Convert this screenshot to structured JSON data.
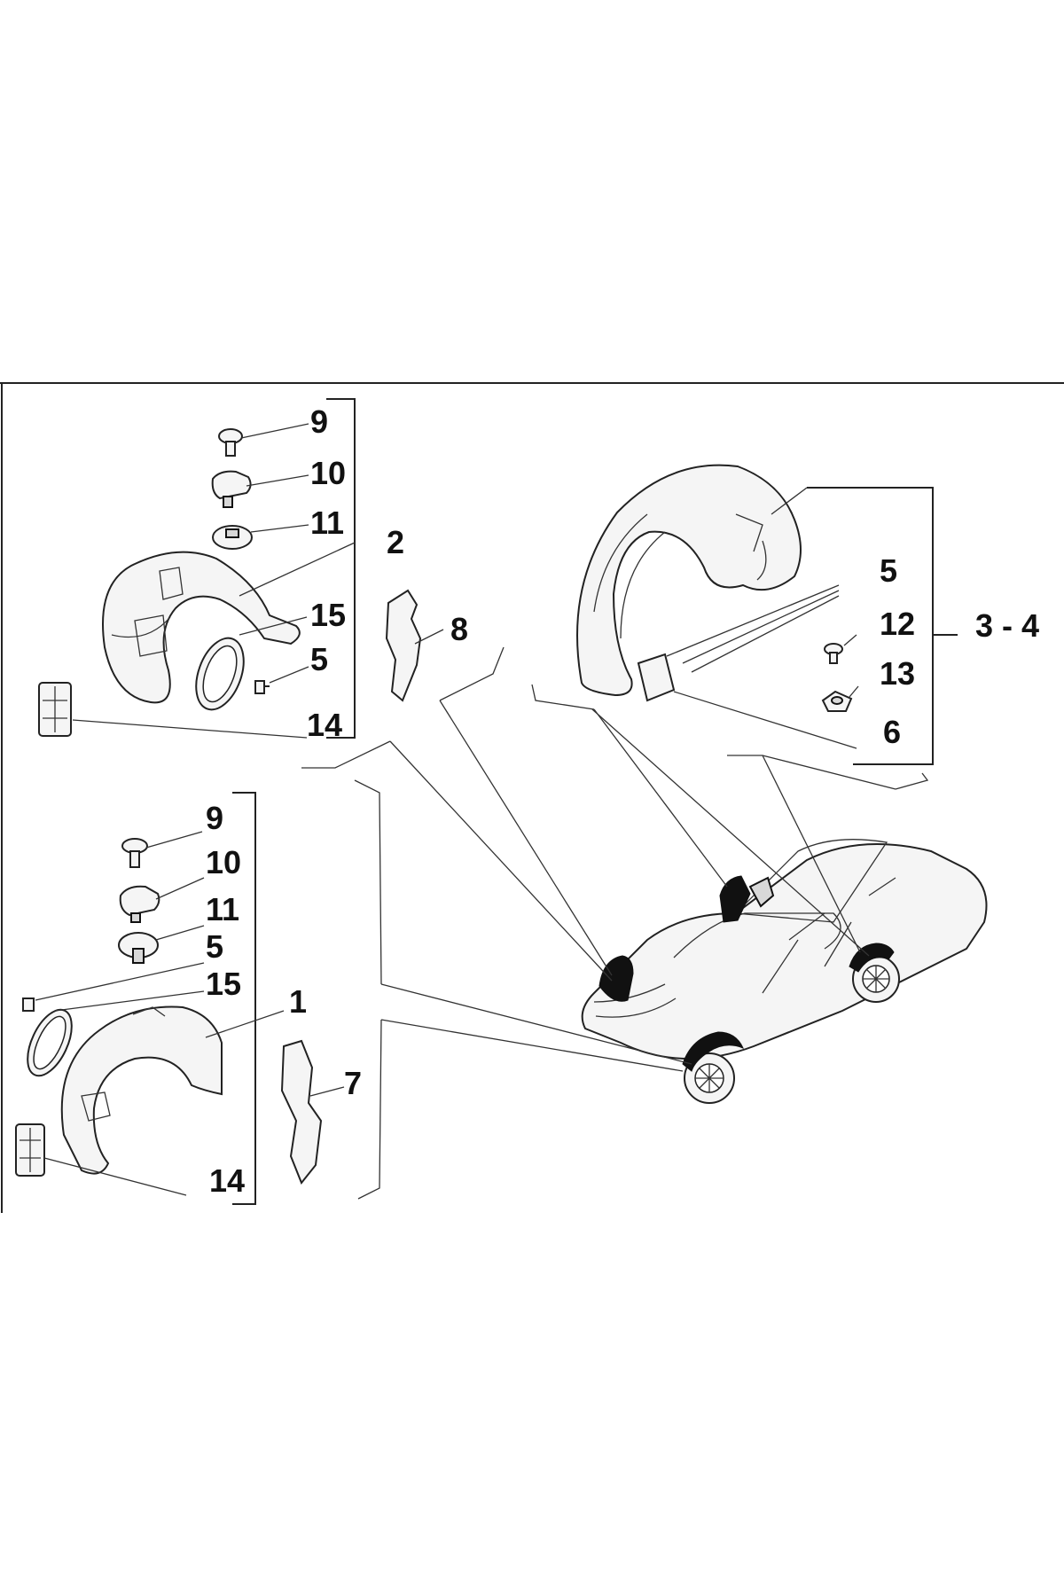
{
  "callouts": {
    "upper": {
      "n9": "9",
      "n10": "10",
      "n11": "11",
      "n2": "2",
      "n15": "15",
      "n5": "5",
      "n14": "14",
      "n8": "8"
    },
    "lower": {
      "n9": "9",
      "n10": "10",
      "n11": "11",
      "n5": "5",
      "n15": "15",
      "n1": "1",
      "n7": "7",
      "n14": "14"
    },
    "right": {
      "n5": "5",
      "n12": "12",
      "n13": "13",
      "n6": "6",
      "n34": "3 - 4"
    }
  }
}
